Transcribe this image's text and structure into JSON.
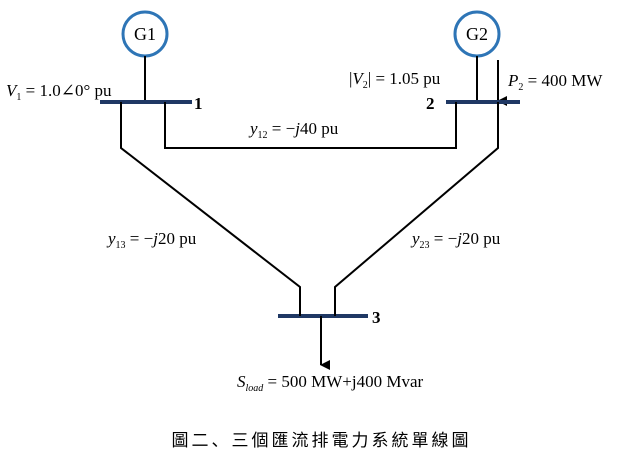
{
  "generators": {
    "g1": {
      "label": "G1"
    },
    "g2": {
      "label": "G2"
    }
  },
  "buses": {
    "bus1": {
      "number": "1"
    },
    "bus2": {
      "number": "2"
    },
    "bus3": {
      "number": "3"
    }
  },
  "annotations": {
    "v1": {
      "sym": "V",
      "sub": "1",
      "rest": " = 1.0∠0° pu"
    },
    "v2": {
      "open": "|",
      "sym": "V",
      "sub": "2",
      "close": "|",
      "rest": " = 1.05 pu"
    },
    "p2": {
      "sym": "P",
      "sub": "2",
      "rest": " = 400 MW"
    },
    "y12": {
      "sym": "y",
      "sub": "12",
      "eq": " = −",
      "j": "j",
      "rest": "40 pu"
    },
    "y13": {
      "sym": "y",
      "sub": "13",
      "eq": " = −",
      "j": "j",
      "rest": "20 pu"
    },
    "y23": {
      "sym": "y",
      "sub": "23",
      "eq": " = −",
      "j": "j",
      "rest": "20 pu"
    },
    "sload": {
      "sym": "S",
      "sub": "load",
      "rest": " = 500 MW+j400 Mvar"
    }
  },
  "caption": "圖二、三個匯流排電力系統單線圖",
  "colors": {
    "bus": "#1f3864",
    "line": "#000000",
    "generator": "#2e75b6"
  }
}
